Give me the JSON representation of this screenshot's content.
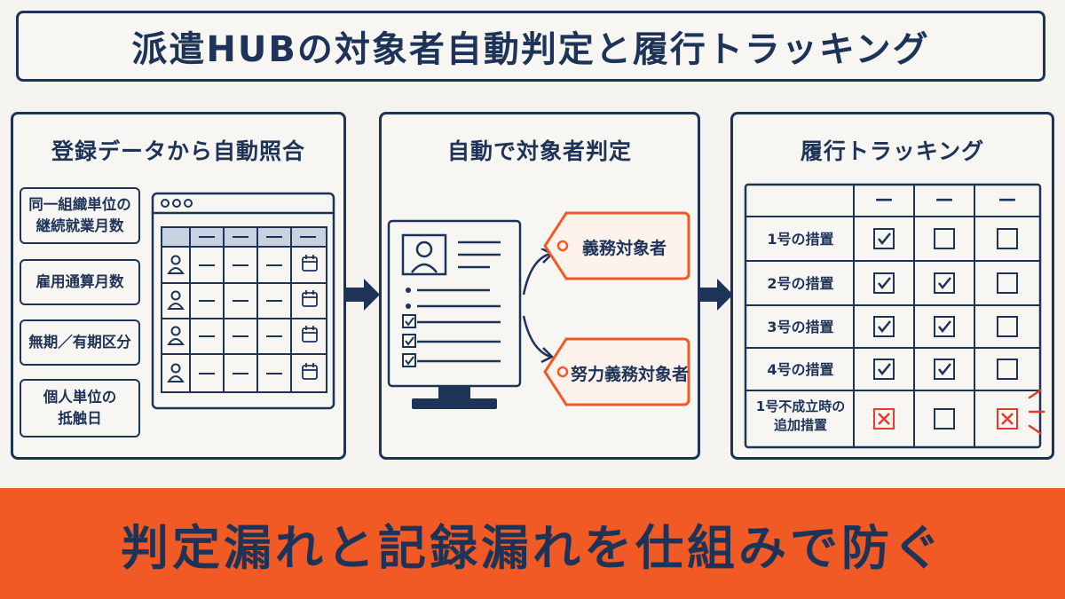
{
  "title": "派遣HUBの対象者自動判定と履行トラッキング",
  "panel1": {
    "title": "登録データから自動照合",
    "chips": [
      "同一組織単位の\n継続就業月数",
      "雇用通算月数",
      "無期／有期区分",
      "個人単位の\n抵触日"
    ]
  },
  "panel2": {
    "title": "自動で対象者判定",
    "tags": [
      "義務対象者",
      "努力義務対象者"
    ]
  },
  "panel3": {
    "title": "履行トラッキング",
    "header_cols": [
      "—",
      "—",
      "—"
    ],
    "rows": [
      {
        "label": "1号の措置",
        "cells": [
          "check",
          "empty",
          "empty"
        ]
      },
      {
        "label": "2号の措置",
        "cells": [
          "check",
          "check",
          "empty"
        ]
      },
      {
        "label": "3号の措置",
        "cells": [
          "check",
          "check",
          "empty"
        ]
      },
      {
        "label": "4号の措置",
        "cells": [
          "check",
          "check",
          "empty"
        ]
      },
      {
        "label": "1号不成立時の\n追加措置",
        "cells": [
          "cross",
          "empty",
          "cross"
        ]
      }
    ]
  },
  "footer": "判定漏れと記録漏れを仕組みで防ぐ",
  "colors": {
    "navy": "#1e3358",
    "accent": "#f15a24",
    "alert": "#e53b2c",
    "background": "#f4f3ef"
  }
}
